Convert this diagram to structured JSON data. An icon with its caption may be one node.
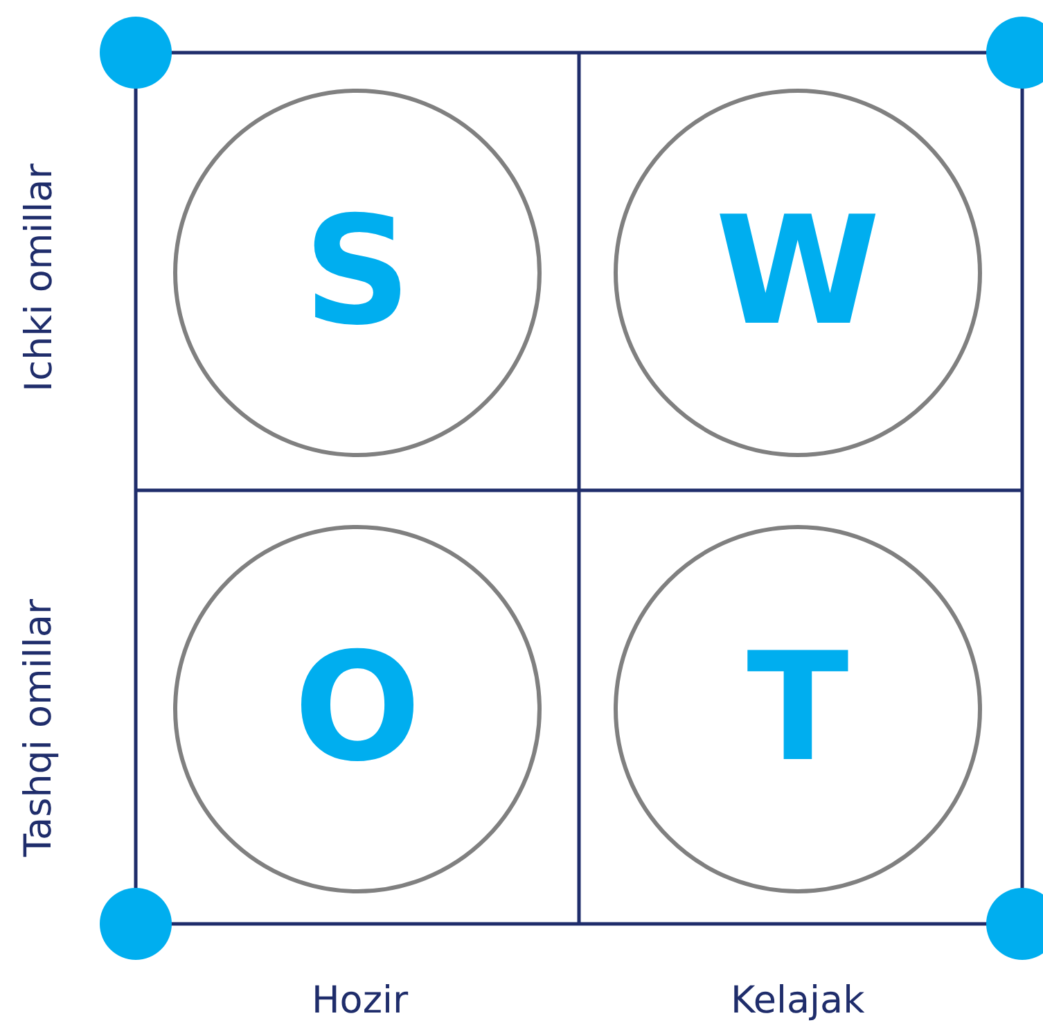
{
  "diagram": {
    "nodes": [
      {
        "text": [
          "S"
        ]
      },
      {
        "text": [
          "W"
        ]
      },
      {
        "text": [
          "O"
        ]
      },
      {
        "text": [
          "T"
        ]
      }
    ],
    "labels": [
      "Ichki omillar",
      "Tashqi omillar",
      "Hozir",
      "Kelajak"
    ]
  }
}
